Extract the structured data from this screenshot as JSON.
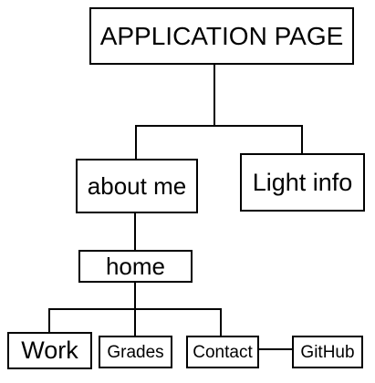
{
  "diagram": {
    "nodes": {
      "root": "APPLICATION PAGE",
      "about": "about me",
      "light": "Light info",
      "home": "home",
      "work": "Work",
      "grades": "Grades",
      "contact": "Contact",
      "github": "GitHub"
    },
    "edges": [
      [
        "APPLICATION PAGE",
        "about me"
      ],
      [
        "APPLICATION PAGE",
        "Light info"
      ],
      [
        "about me",
        "home"
      ],
      [
        "home",
        "Work"
      ],
      [
        "home",
        "Grades"
      ],
      [
        "home",
        "Contact"
      ],
      [
        "Contact",
        "GitHub"
      ]
    ],
    "colors": {
      "line": "#000000",
      "box_border": "#000000",
      "box_fill": "#ffffff",
      "background": "#ffffff"
    }
  }
}
